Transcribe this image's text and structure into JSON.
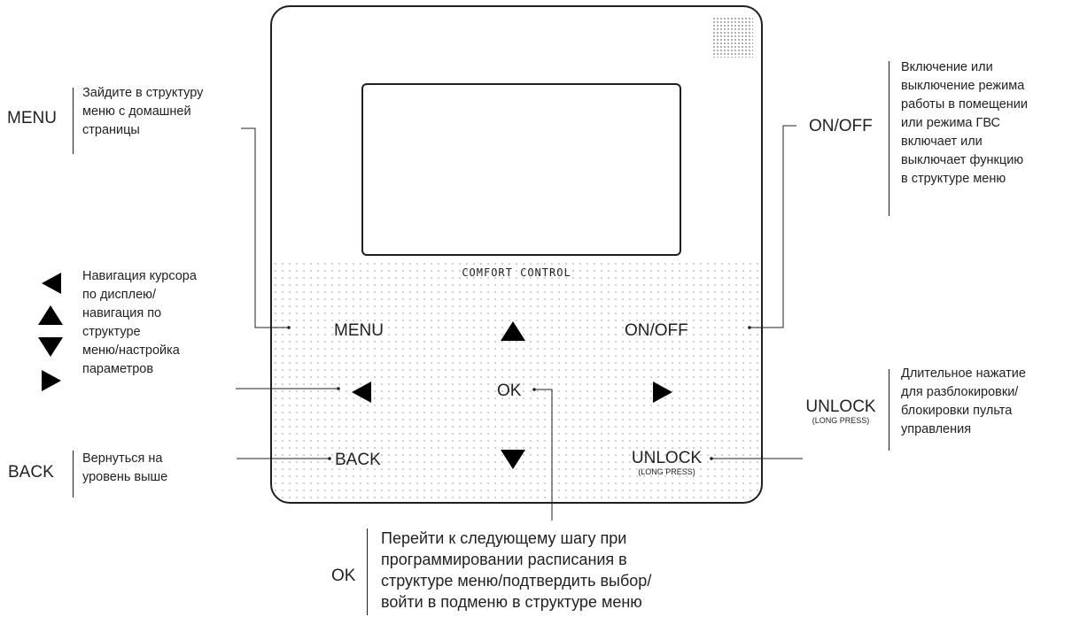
{
  "device": {
    "brand": "COMFORT CONTROL",
    "buttons": {
      "menu": "MENU",
      "on_off": "ON/OFF",
      "ok": "OK",
      "back": "BACK",
      "unlock": "UNLOCK",
      "unlock_sub": "(LONG PRESS)"
    },
    "arrow_icons": [
      "triangle-up-icon",
      "triangle-left-icon",
      "triangle-right-icon",
      "triangle-down-icon"
    ]
  },
  "callouts": {
    "menu": {
      "key": "MENU",
      "lines": [
        "Зайдите в структуру",
        "меню с домашней",
        "страницы"
      ]
    },
    "navigation": {
      "icons": [
        "triangle-left-icon",
        "triangle-up-icon",
        "triangle-down-icon",
        "triangle-right-icon"
      ],
      "lines": [
        "Навигация курсора",
        "по дисплею/",
        "навигация по",
        "структуре",
        "меню/настройка",
        "параметров"
      ]
    },
    "back": {
      "key": "BACK",
      "lines": [
        "Вернуться на",
        "уровень выше"
      ]
    },
    "on_off": {
      "key": "ON/OFF",
      "lines": [
        "Включение или",
        "выключение режима",
        "работы в помещении",
        "или режима ГВС",
        "включает или",
        "выключает функцию",
        "в структуре меню"
      ]
    },
    "unlock": {
      "key": "UNLOCK",
      "key_sub": "(LONG PRESS)",
      "lines": [
        "Длительное нажатие",
        "для разблокировки/",
        "блокировки пульта",
        "управления"
      ]
    },
    "ok": {
      "key": "OK",
      "lines": [
        "Перейти к следующему шагу при",
        "программировании расписания в",
        "структуре меню/подтвердить выбор/",
        "войти в подменю в структуре меню"
      ]
    }
  }
}
